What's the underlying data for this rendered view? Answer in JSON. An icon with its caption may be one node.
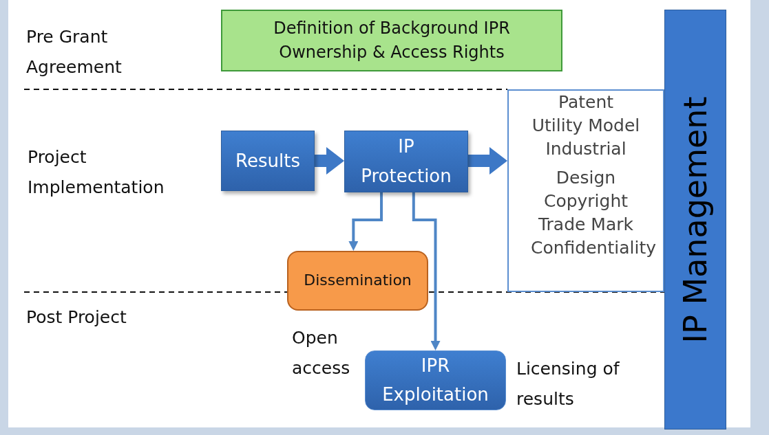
{
  "diagram": {
    "nodes": [
      {
        "text": [
          "Definition of Background IPR Ownership & Access Rights"
        ]
      },
      {
        "text": [
          "Results"
        ]
      },
      {
        "text": [
          "IP Protection"
        ]
      },
      {
        "text": [
          "Patent",
          "Utility Model",
          "Industrial Design",
          "Copyright",
          "Trade Mark",
          "Confidentiality"
        ]
      },
      {
        "text": [
          "Dissemination"
        ]
      },
      {
        "text": [
          "IPR Exploitation"
        ]
      },
      {
        "text": [
          "IP Management"
        ]
      }
    ],
    "edges": [
      {
        "from": 1,
        "to": 2,
        "arrow": "to",
        "style": "thick"
      },
      {
        "from": 2,
        "to": 3,
        "arrow": "to",
        "style": "thick"
      },
      {
        "from": 2,
        "to": 4,
        "arrow": "to"
      },
      {
        "from": 2,
        "to": 5,
        "arrow": "to"
      }
    ],
    "labels": [
      "Pre Grant Agreement",
      "Project Implementation",
      "Post Project",
      "Open access",
      "Licensing of results"
    ]
  }
}
